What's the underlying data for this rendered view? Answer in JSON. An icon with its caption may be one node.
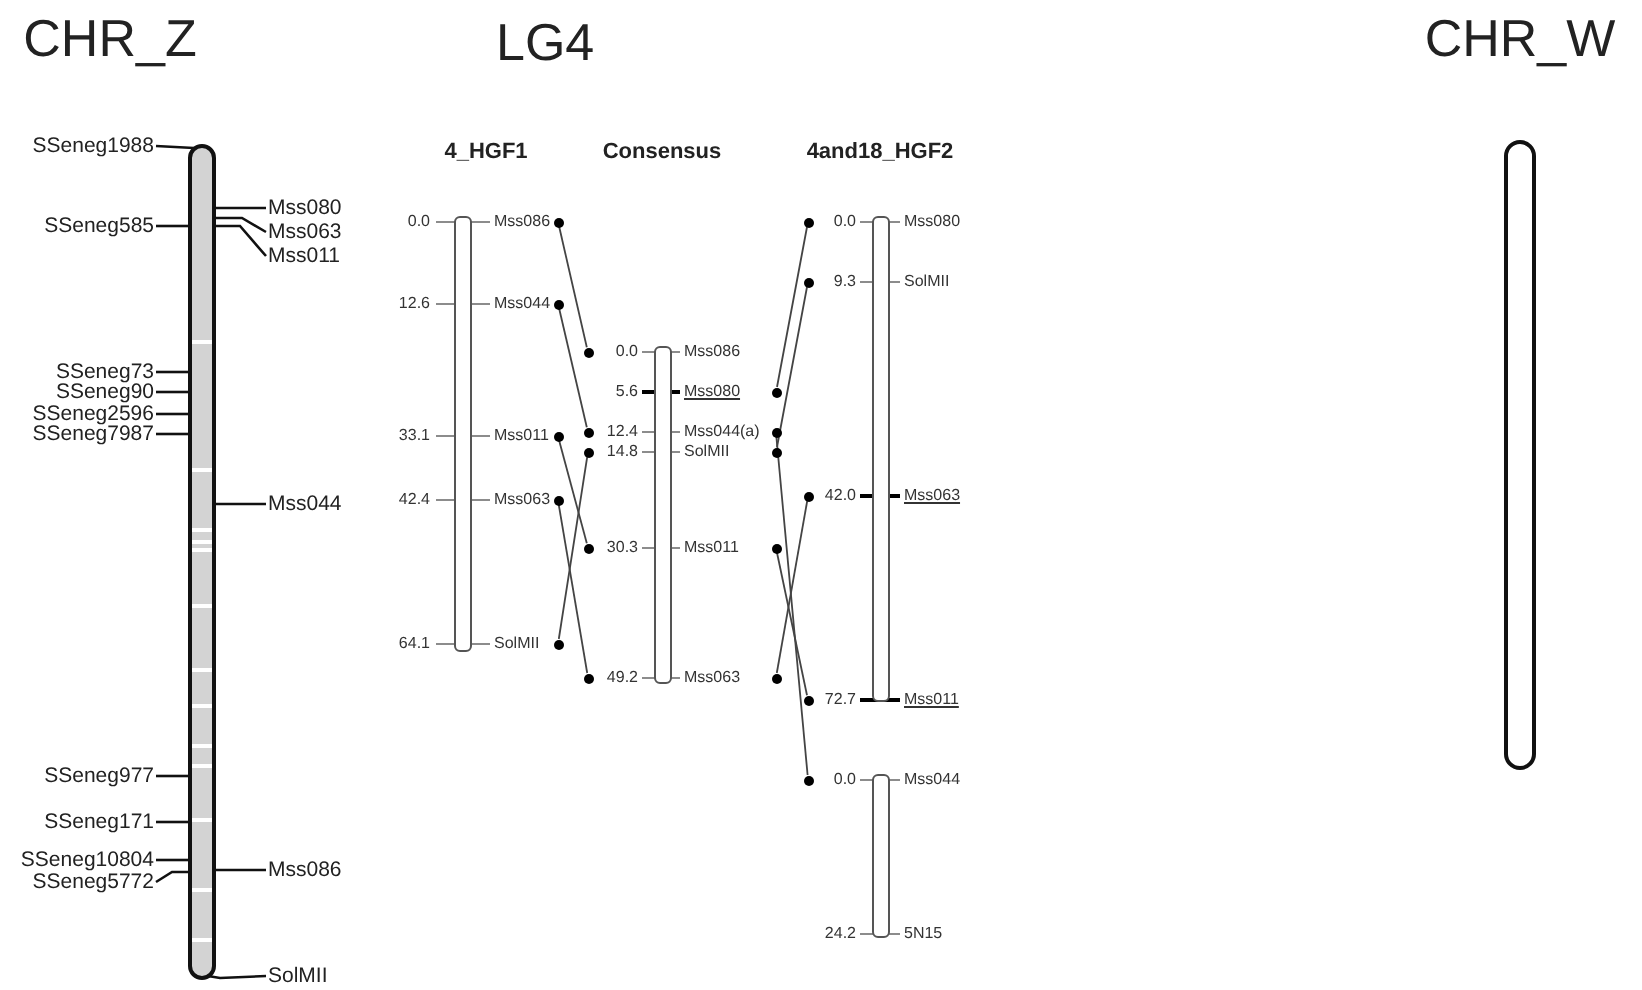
{
  "diagram": {
    "nodes": [
      {
        "text": [
          "CHR_Z"
        ]
      },
      {
        "text": [
          "SSeneg1988"
        ]
      },
      {
        "text": [
          "SSeneg585"
        ]
      },
      {
        "text": [
          "SSeneg73"
        ]
      },
      {
        "text": [
          "SSeneg90"
        ]
      },
      {
        "text": [
          "SSeneg2596"
        ]
      },
      {
        "text": [
          "SSeneg7987"
        ]
      },
      {
        "text": [
          "SSeneg977"
        ]
      },
      {
        "text": [
          "SSeneg171"
        ]
      },
      {
        "text": [
          "SSeneg10804"
        ]
      },
      {
        "text": [
          "SSeneg5772"
        ]
      },
      {
        "text": [
          "Mss080"
        ]
      },
      {
        "text": [
          "Mss063"
        ]
      },
      {
        "text": [
          "Mss011"
        ]
      },
      {
        "text": [
          "Mss044"
        ]
      },
      {
        "text": [
          "Mss086"
        ]
      },
      {
        "text": [
          "SolMII"
        ]
      },
      {
        "text": [
          "CHR_W"
        ]
      },
      {
        "text": [],
        "shape": "bar"
      },
      {
        "text": [],
        "shape": "bar"
      },
      {
        "text": [],
        "shape": "bar"
      },
      {
        "text": [],
        "shape": "bar"
      },
      {
        "text": [],
        "shape": "circle"
      },
      {
        "text": [],
        "shape": "circle"
      },
      {
        "text": [],
        "shape": "circle"
      },
      {
        "text": [],
        "shape": "circle"
      },
      {
        "text": [],
        "shape": "circle"
      },
      {
        "text": [],
        "shape": "circle"
      },
      {
        "text": [],
        "shape": "circle"
      },
      {
        "text": [],
        "shape": "circle"
      },
      {
        "text": [],
        "shape": "circle"
      },
      {
        "text": [],
        "shape": "circle"
      },
      {
        "text": [],
        "shape": "circle"
      },
      {
        "text": [],
        "shape": "circle"
      },
      {
        "text": [],
        "shape": "circle"
      },
      {
        "text": [],
        "shape": "circle"
      },
      {
        "text": [],
        "shape": "circle"
      },
      {
        "text": [],
        "shape": "circle"
      },
      {
        "text": [],
        "shape": "circle"
      },
      {
        "text": [],
        "shape": "circle"
      },
      {
        "text": [],
        "shape": "circle"
      },
      {
        "text": [],
        "shape": "circle"
      }
    ],
    "edges": [
      {
        "from": 1,
        "to": 0,
        "arrow": "none"
      },
      {
        "from": 2,
        "to": 0,
        "arrow": "none"
      },
      {
        "from": 3,
        "to": 0,
        "arrow": "none"
      },
      {
        "from": 4,
        "to": 0,
        "arrow": "none"
      },
      {
        "from": 5,
        "to": 0,
        "arrow": "none"
      },
      {
        "from": 6,
        "to": 0,
        "arrow": "none"
      },
      {
        "from": 7,
        "to": 0,
        "arrow": "none"
      },
      {
        "from": 8,
        "to": 0,
        "arrow": "none"
      },
      {
        "from": 9,
        "to": 0,
        "arrow": "none"
      },
      {
        "from": 10,
        "to": 0,
        "arrow": "none"
      },
      {
        "from": 11,
        "to": 0,
        "arrow": "none"
      },
      {
        "from": 12,
        "to": 0,
        "arrow": "none"
      },
      {
        "from": 13,
        "to": 0,
        "arrow": "none"
      },
      {
        "from": 14,
        "to": 0,
        "arrow": "none"
      },
      {
        "from": 15,
        "to": 0,
        "arrow": "none"
      },
      {
        "from": 16,
        "to": 0,
        "arrow": "none"
      },
      {
        "from": 22,
        "to": 27,
        "arrow": "none"
      },
      {
        "from": 23,
        "to": 28,
        "arrow": "none"
      },
      {
        "from": 24,
        "to": 30,
        "arrow": "none"
      },
      {
        "from": 25,
        "to": 31,
        "arrow": "none"
      },
      {
        "from": 26,
        "to": 29,
        "arrow": "none"
      },
      {
        "from": 32,
        "to": 37,
        "arrow": "none"
      },
      {
        "from": 33,
        "to": 41,
        "arrow": "none"
      },
      {
        "from": 34,
        "to": 38,
        "arrow": "none"
      },
      {
        "from": 35,
        "to": 40,
        "arrow": "none"
      },
      {
        "from": 36,
        "to": 39,
        "arrow": "none"
      }
    ],
    "labels": [
      "LG4",
      "4_HGF1",
      "Consensus",
      "4and18_HGF2",
      "0.0",
      "Mss086",
      "12.6",
      "Mss044",
      "33.1",
      "Mss011",
      "42.4",
      "Mss063",
      "64.1",
      "SolMII",
      "0.0",
      "Mss086",
      "5.6",
      "Mss080",
      "12.4",
      "Mss044(a)",
      "14.8",
      "SolMII",
      "30.3",
      "Mss011",
      "49.2",
      "Mss063",
      "0.0",
      "Mss080",
      "9.3",
      "SolMII",
      "42.0",
      "Mss063",
      "72.7",
      "Mss011",
      "0.0",
      "Mss044",
      "24.2",
      "5N15"
    ]
  }
}
